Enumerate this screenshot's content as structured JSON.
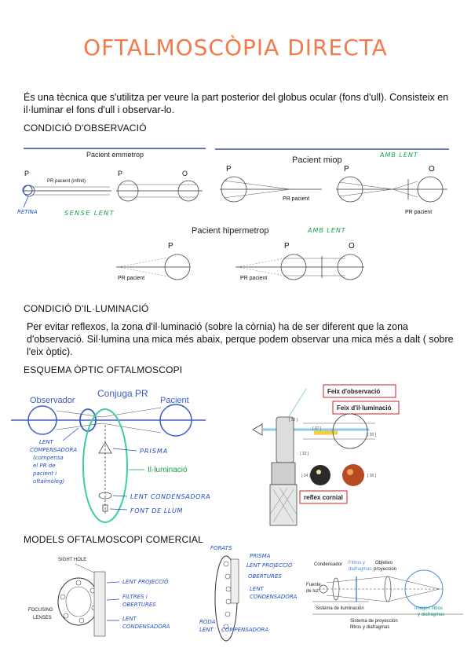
{
  "title": "OFTALMOSCÒPIA DIRECTA",
  "intro": {
    "line1": "És una tècnica que s'utilitza per veure la part posterior del globus ocular (fons d'ull). Consisteix en",
    "line2": "il·luminar el fons d'ull i observar-lo."
  },
  "sections": {
    "observation": "CONDICIÓ D'OBSERVACIÓ",
    "illumination": "CONDICIÓ D'IL·LUMINACIÓ",
    "optical": "ESQUEMA ÒPTIC OFTALMOSCOPI",
    "models": "MODELS OFTALMOSCOPI COMERCIAL"
  },
  "illumination_text": {
    "line1": "Per evitar reflexos, la zona d'il·luminació (sobre la còrnia) ha de ser diferent que la zona",
    "line2": "d'observació. Sil·lumina una mica més abaix, perque podem observar una mica més a dalt ( sobre",
    "line3": "l'eix òptic)."
  },
  "observation_fig": {
    "emmetrop_title": "Pacient emmetrop",
    "miop_title": "Pacient miop",
    "hipermetrop_title": "Pacient hipermetrop",
    "label_p": "P",
    "label_o": "O",
    "pr_infinit": "PR pacient (infinit)",
    "pr_pacient": "PR pacient",
    "retina": "RETINA",
    "sense_lent": "SENSE LENT",
    "amb_lent_miop": "AMB LENT",
    "amb_lent_hiper": "AMB LENT"
  },
  "optical_fig": {
    "observador": "Observador",
    "conjuga": "Conjuga PR",
    "pacient": "Pacient",
    "lent_comp_1": "LENT",
    "lent_comp_2": "COMPENSADORA",
    "lent_comp_3": "(compensa",
    "lent_comp_4": "el PR de",
    "lent_comp_5": "pacient i",
    "lent_comp_6": "oftalmòleg)",
    "prisma": "PRISMA",
    "illuminacio": "Il·luminació",
    "lent_cond": "LENT CONDENSADORA",
    "font_llum": "FONT DE LLUM",
    "feix_obs": "Feix d'observació",
    "feix_ill": "Feix d'il·luminació",
    "reflex": "reflex cornial",
    "c32": "[ 32 ]",
    "c37": "[ 37 ]",
    "c35": "[ 35 ]",
    "c33": "[ 33 ]",
    "c34": "[ 34 ]",
    "c36": "[ 36 ]"
  },
  "models_fig": {
    "sight_hole": "SIGHT HOLE",
    "focusing_1": "FOCUSING",
    "focusing_2": "LENSES",
    "lent_proj": "LENT PROJECCIÓ",
    "filtres_1": "FILTRES i",
    "filtres_2": "OBERTURES",
    "lent_cond_1": "LENT",
    "lent_cond_2": "CONDENSADORA",
    "forats": "FORATS",
    "prisma": "PRISMA",
    "lent_proj_m": "LENT PROJECCIÓ",
    "obertures": "OBERTURES",
    "lent_m_1": "LENT",
    "lent_m_2": "CONDENSADORA",
    "roda_1": "RODA",
    "roda_2": "LENT",
    "compensadora": "COMPENSADORA",
    "condensador": "Condensador",
    "filtros_1": "Filtros y",
    "filtros_2": "diafragmas",
    "objetivo_1": "Objetivo",
    "objetivo_2": "proyección",
    "fuente_1": "Fuente",
    "fuente_2": "de luz",
    "imagen_1": "Imagen filtros",
    "imagen_2": "y diafragmas",
    "sist_ilum": "Sistema de iluminación",
    "sist_proy_1": "Sistema de proyección",
    "sist_proy_2": "filtros y diafragmas"
  },
  "colors": {
    "title": "#f47a4a",
    "blue_pen": "#1f4fc8",
    "green_pen": "#18a048",
    "teal": "#3ccfa0",
    "red_label": "#c8202a"
  }
}
